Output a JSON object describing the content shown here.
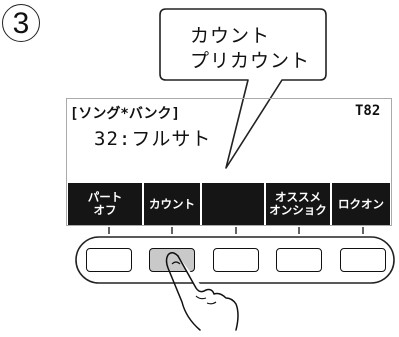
{
  "step": {
    "number": "3"
  },
  "callout": {
    "line1": "カウント",
    "line2": "プリカウント"
  },
  "display": {
    "header": "[ソング*バンク]",
    "tempo": "T82",
    "song": "32:フルサト"
  },
  "softkeys": [
    {
      "line1": "パート",
      "line2": "オフ"
    },
    {
      "line1": "カウント",
      "line2": ""
    },
    {
      "line1": "",
      "line2": ""
    },
    {
      "line1": "オススメ",
      "line2": "オンショク"
    },
    {
      "line1": "ロクオン",
      "line2": ""
    }
  ]
}
